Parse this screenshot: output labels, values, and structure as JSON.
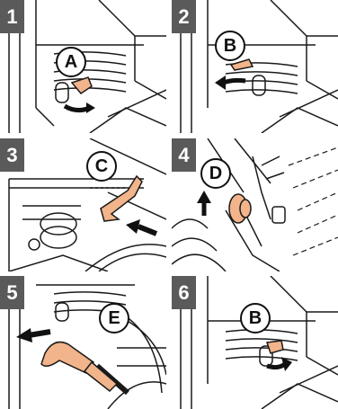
{
  "steps": [
    {
      "number": "1",
      "callout": "A"
    },
    {
      "number": "2",
      "callout": "B"
    },
    {
      "number": "3",
      "callout": "C"
    },
    {
      "number": "4",
      "callout": "D"
    },
    {
      "number": "5",
      "callout": "E"
    },
    {
      "number": "6",
      "callout": "B"
    }
  ],
  "colors": {
    "step_badge": "#5a5a5a",
    "part_highlight": "#f2b48a",
    "line": "#1a1a1a",
    "background": "#ffffff"
  }
}
